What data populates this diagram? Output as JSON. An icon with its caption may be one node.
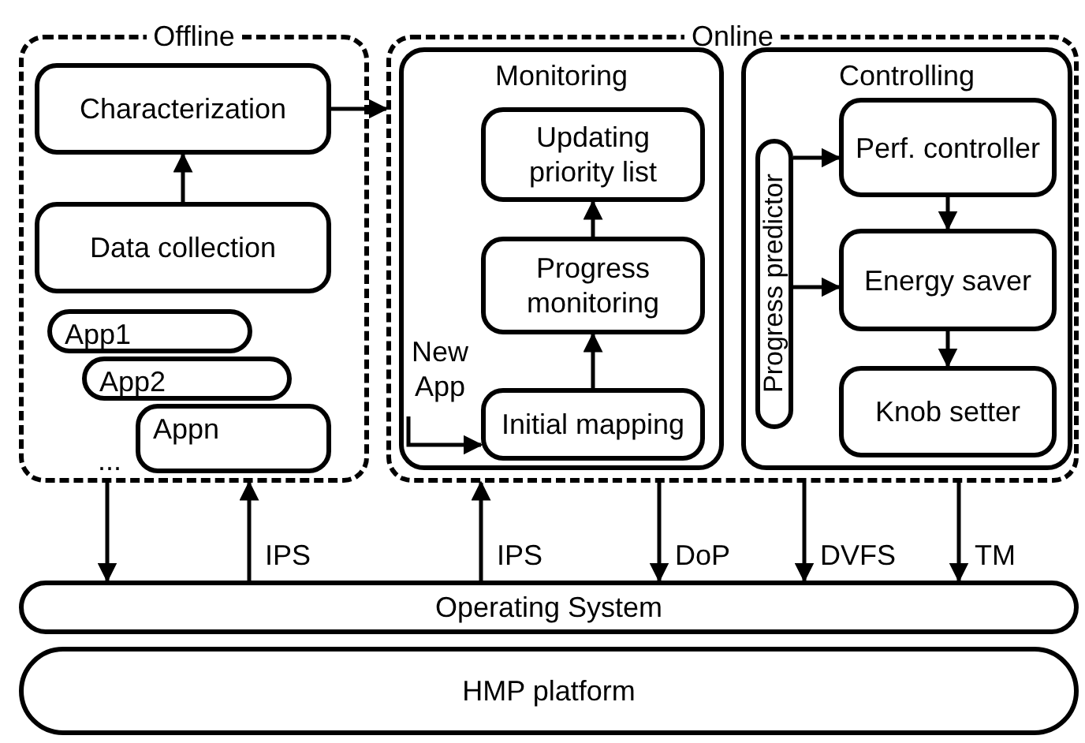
{
  "diagram": {
    "nodes": [
      {
        "text": [
          "Offline"
        ]
      },
      {
        "text": [
          "Characterization"
        ],
        "in": 0
      },
      {
        "text": [
          "Data collection"
        ],
        "in": 0
      },
      {
        "text": [
          "App1"
        ],
        "in": 0
      },
      {
        "text": [
          "App2"
        ],
        "in": 0
      },
      {
        "text": [
          "Appn"
        ],
        "in": 0
      },
      {
        "text": [
          "Online"
        ]
      },
      {
        "text": [
          "Monitoring"
        ],
        "in": 6
      },
      {
        "text": [
          "Updating priority list"
        ],
        "in": 7
      },
      {
        "text": [
          "Progress monitoring"
        ],
        "in": 7
      },
      {
        "text": [
          "Initial mapping"
        ],
        "in": 7
      },
      {
        "text": [
          "New App"
        ],
        "in": 7
      },
      {
        "text": [
          "Controlling"
        ],
        "in": 6
      },
      {
        "text": [
          "Progress predictor"
        ],
        "in": 12
      },
      {
        "text": [
          "Perf. controller"
        ],
        "in": 12
      },
      {
        "text": [
          "Energy saver"
        ],
        "in": 12
      },
      {
        "text": [
          "Knob setter"
        ],
        "in": 12
      },
      {
        "text": [
          "Operating System"
        ]
      },
      {
        "text": [
          "HMP platform"
        ]
      }
    ],
    "edges": [
      {
        "from": 2,
        "to": 1,
        "arrow": "to"
      },
      {
        "from": 1,
        "to": 6,
        "arrow": "to"
      },
      {
        "from": 10,
        "to": 9,
        "arrow": "to"
      },
      {
        "from": 9,
        "to": 8,
        "arrow": "to"
      },
      {
        "from": 11,
        "to": 10,
        "arrow": "to"
      },
      {
        "from": 13,
        "to": 14,
        "arrow": "to"
      },
      {
        "from": 13,
        "to": 15,
        "arrow": "to"
      },
      {
        "from": 14,
        "to": 15,
        "arrow": "to"
      },
      {
        "from": 15,
        "to": 16,
        "arrow": "to"
      },
      {
        "from": 0,
        "to": 17,
        "arrow": "to"
      },
      {
        "from": 17,
        "to": 0,
        "label": "IPS",
        "arrow": "to"
      },
      {
        "from": 17,
        "to": 6,
        "label": "IPS",
        "arrow": "to"
      },
      {
        "from": 6,
        "to": 17,
        "label": "DoP",
        "arrow": "to"
      },
      {
        "from": 6,
        "to": 17,
        "label": "DVFS",
        "arrow": "to"
      },
      {
        "from": 6,
        "to": 17,
        "label": "TM",
        "arrow": "to"
      }
    ],
    "labels": [
      "..."
    ]
  }
}
